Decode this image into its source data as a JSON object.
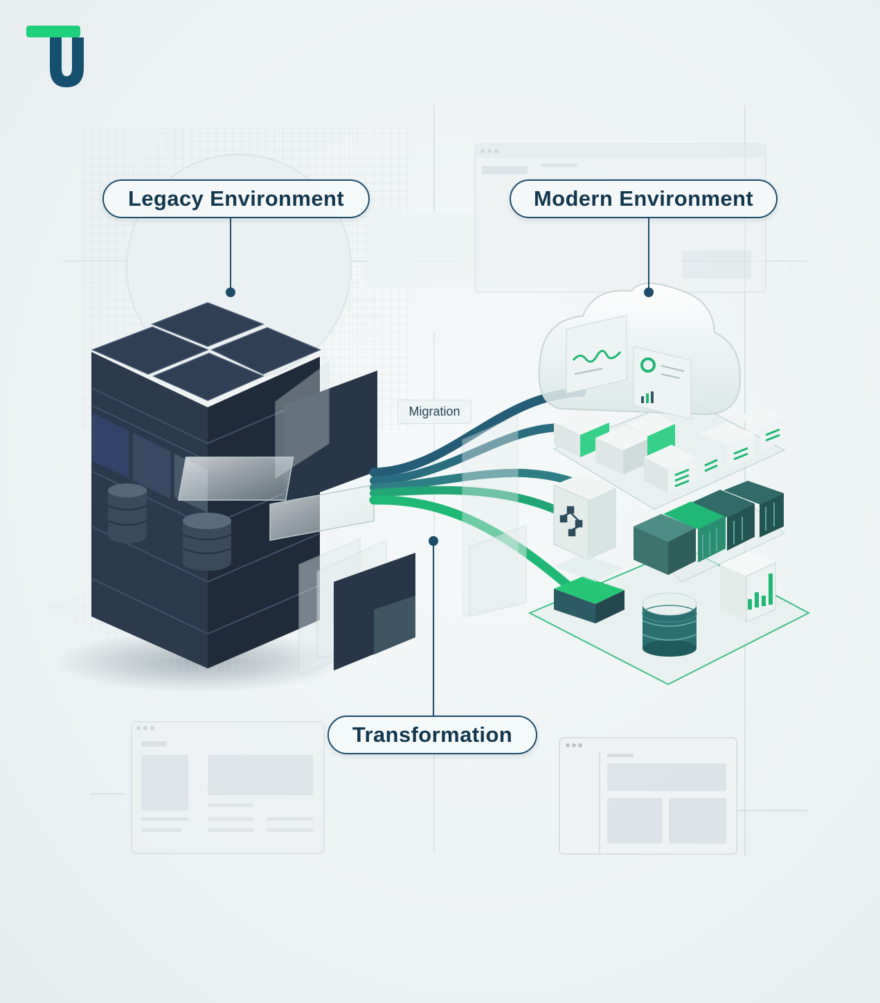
{
  "labels": {
    "legacy": "Legacy Environment",
    "modern": "Modern Environment",
    "transformation": "Transformation",
    "migration": "Migration"
  },
  "icons": {
    "logo": "tu-logo",
    "legacy_stack": "server-stack-icon",
    "cloud": "cloud-icon",
    "containers": "container-icon",
    "database": "database-icon",
    "workflow": "workflow-icon",
    "bar_chart": "bar-chart-icon"
  },
  "colors": {
    "brand_green": "#1fd17c",
    "brand_navy": "#15506f",
    "server_dark": "#273648",
    "connector_teal": "#2a6d7f",
    "connector_green": "#1fb874",
    "label_border": "#1d4d6b"
  }
}
